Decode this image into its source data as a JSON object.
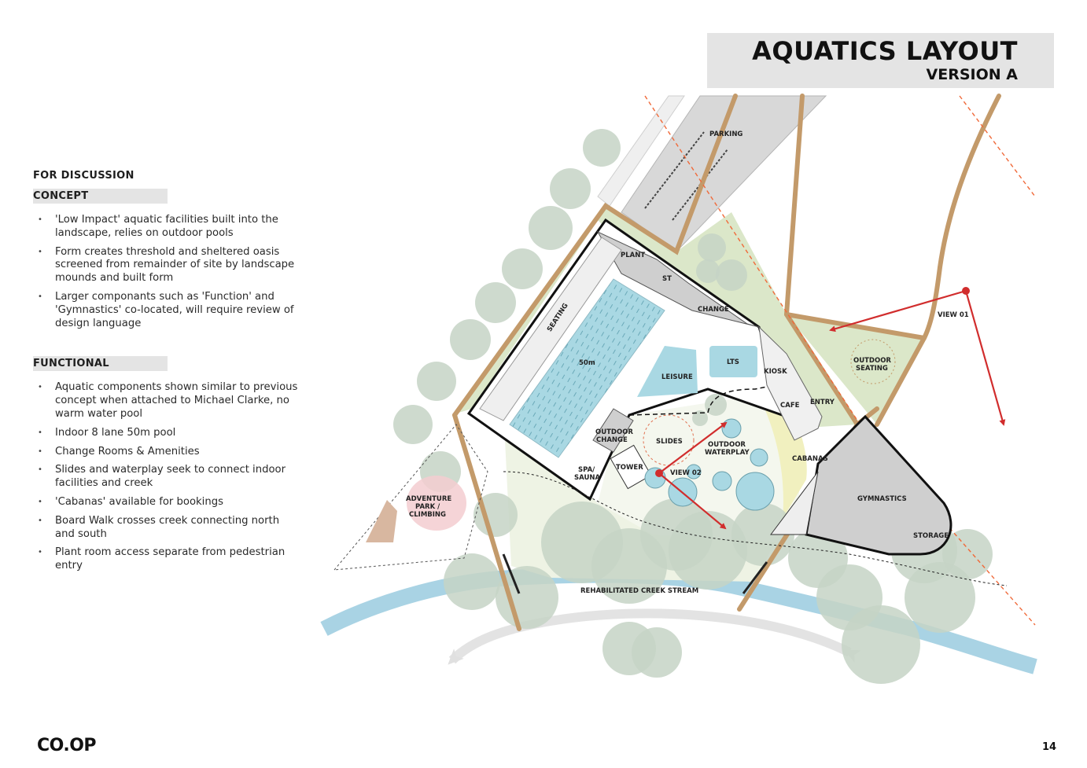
{
  "header": {
    "title": "AQUATICS LAYOUT",
    "subtitle": "VERSION A"
  },
  "left_panel": {
    "for_discussion": "FOR DISCUSSION",
    "concept": {
      "heading": "CONCEPT",
      "items": [
        "'Low Impact' aquatic facilities built into the landscape, relies on outdoor pools",
        "Form creates threshold and sheltered oasis screened from remainder of site by landscape mounds and built form",
        "Larger componants such as 'Function' and 'Gymnastics' co-located, will require review of design language"
      ]
    },
    "functional": {
      "heading": "FUNCTIONAL",
      "items": [
        "Aquatic components shown similar to previous concept when attached to Michael Clarke, no warm water pool",
        "Indoor 8 lane 50m pool",
        "Change Rooms & Amenities",
        "Slides and waterplay seek to connect indoor facilities and creek",
        "'Cabanas' available for bookings",
        "Board Walk crosses creek connecting north and south",
        "Plant room access separate from pedestrian entry"
      ]
    }
  },
  "plan_labels": {
    "parking": "PARKING",
    "plant": "PLANT",
    "st": "ST",
    "change": "CHANGE",
    "seating": "SEATING",
    "pool_50m": "50m",
    "leisure": "LEISURE",
    "lts": "LTS",
    "kiosk": "KIOSK",
    "entry": "ENTRY",
    "cafe": "CAFE",
    "cabanas": "CABANAS",
    "outdoor_change_1": "OUTDOOR",
    "outdoor_change_2": "CHANGE",
    "slides": "SLIDES",
    "outdoor_waterplay_1": "OUTDOOR",
    "outdoor_waterplay_2": "WATERPLAY",
    "spa_1": "SPA/",
    "spa_2": "SAUNA",
    "tower": "TOWER",
    "view_02": "VIEW 02",
    "view_01": "VIEW 01",
    "outdoor_seating_1": "OUTDOOR",
    "outdoor_seating_2": "SEATING",
    "gymnastics": "GYMNASTICS",
    "storage": "STORAGE",
    "adventure_1": "ADVENTURE",
    "adventure_2": "PARK /",
    "adventure_3": "CLIMBING",
    "creek": "REHABILITATED CREEK STREAM"
  },
  "colors": {
    "pool": "#a9d8e3",
    "green_zone": "#dbe7c9",
    "path": "#c39a6a",
    "tree": "#c5d3c6",
    "view_arrow": "#d12d2d",
    "boundary": "#f06a3a",
    "building_grey": "#cfcfcf",
    "creek": "#a9d3e4",
    "cabanas": "#f1f0bf"
  },
  "footer": {
    "logo": "CO.OP",
    "page": "14"
  }
}
